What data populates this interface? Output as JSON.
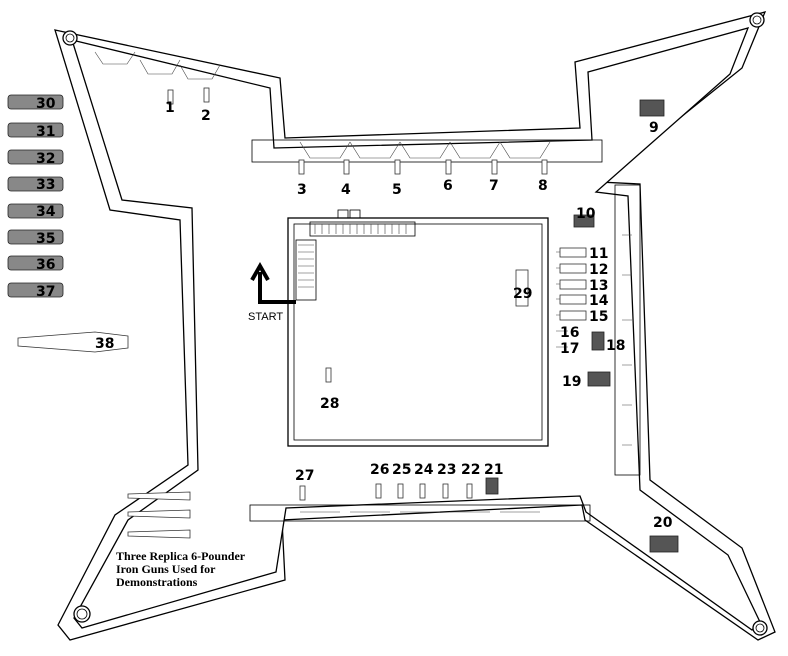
{
  "map": {
    "start_label": "START",
    "caption_lines": [
      "Three Replica 6-Pounder",
      "Iron Guns Used for",
      "Demonstrations"
    ]
  },
  "guns": [
    {
      "n": "1"
    },
    {
      "n": "2"
    },
    {
      "n": "3"
    },
    {
      "n": "4"
    },
    {
      "n": "5"
    },
    {
      "n": "6"
    },
    {
      "n": "7"
    },
    {
      "n": "8"
    },
    {
      "n": "9"
    },
    {
      "n": "10"
    },
    {
      "n": "11"
    },
    {
      "n": "12"
    },
    {
      "n": "13"
    },
    {
      "n": "14"
    },
    {
      "n": "15"
    },
    {
      "n": "16"
    },
    {
      "n": "17"
    },
    {
      "n": "18"
    },
    {
      "n": "19"
    },
    {
      "n": "20"
    },
    {
      "n": "21"
    },
    {
      "n": "22"
    },
    {
      "n": "23"
    },
    {
      "n": "24"
    },
    {
      "n": "25"
    },
    {
      "n": "26"
    },
    {
      "n": "27"
    },
    {
      "n": "28"
    },
    {
      "n": "29"
    },
    {
      "n": "30"
    },
    {
      "n": "31"
    },
    {
      "n": "32"
    },
    {
      "n": "33"
    },
    {
      "n": "34"
    },
    {
      "n": "35"
    },
    {
      "n": "36"
    },
    {
      "n": "37"
    },
    {
      "n": "38"
    }
  ],
  "colors": {
    "ink": "#000000",
    "background": "#ffffff"
  }
}
